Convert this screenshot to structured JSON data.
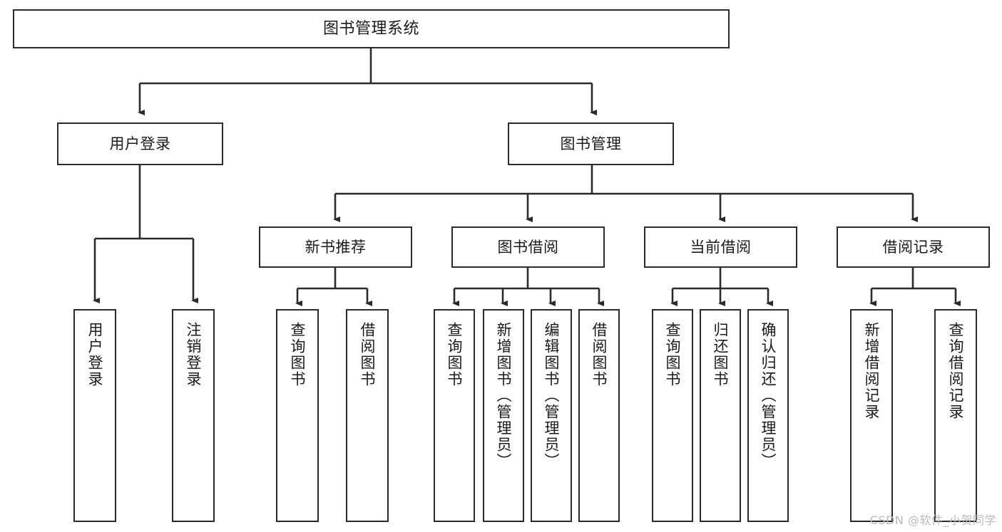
{
  "diagram": {
    "title": "图书管理系统",
    "type": "tree-hierarchy-chart",
    "watermark": "CSDN @软件_小贺同学",
    "line_color": "#2b2b2b",
    "box_fill": "#ffffff",
    "text_color": "#1a1a1a"
  },
  "nodes": {
    "root": {
      "label": "图书管理系统"
    },
    "level2": [
      {
        "label": "用户登录"
      },
      {
        "label": "图书管理"
      }
    ],
    "level3": [
      {
        "label": "新书推荐"
      },
      {
        "label": "图书借阅"
      },
      {
        "label": "当前借阅"
      },
      {
        "label": "借阅记录"
      }
    ],
    "leaves": {
      "user_login": [
        {
          "label": "用户登录"
        },
        {
          "label": "注销登录"
        }
      ],
      "new_book_recommend": [
        {
          "label": "查询图书"
        },
        {
          "label": "借阅图书"
        }
      ],
      "book_borrow": [
        {
          "label": "查询图书"
        },
        {
          "label": "新增图书（管理员）"
        },
        {
          "label": "编辑图书（管理员）"
        },
        {
          "label": "借阅图书"
        }
      ],
      "current_borrow": [
        {
          "label": "查询图书"
        },
        {
          "label": "归还图书"
        },
        {
          "label": "确认归还（管理员）"
        }
      ],
      "borrow_record": [
        {
          "label": "新增借阅记录"
        },
        {
          "label": "查询借阅记录"
        }
      ]
    }
  }
}
